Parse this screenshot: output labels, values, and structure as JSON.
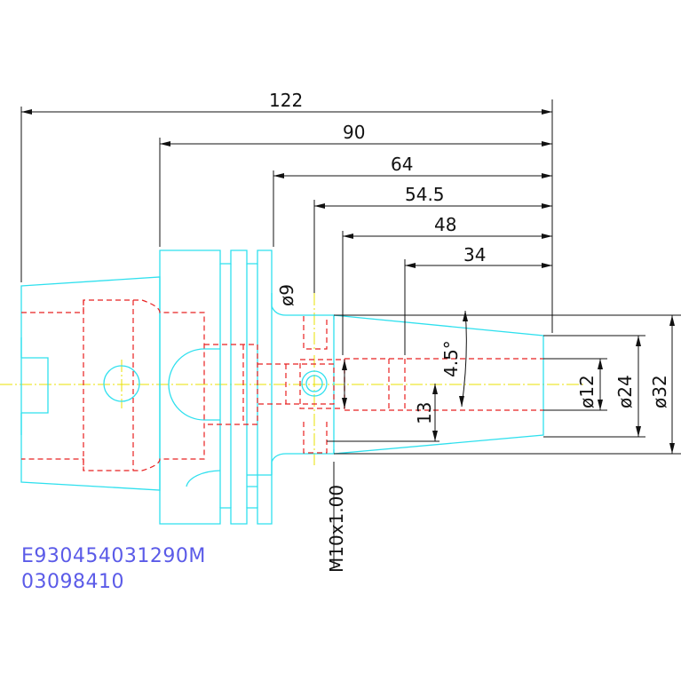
{
  "dimensions": {
    "d122": "122",
    "d90": "90",
    "d64": "64",
    "d54_5": "54.5",
    "d48": "48",
    "d34": "34",
    "dia9": "ø9",
    "angle": "4.5°",
    "d13": "13",
    "dia12": "ø12",
    "dia24": "ø24",
    "dia32": "ø32",
    "thread": "M10x1.00"
  },
  "part_numbers": {
    "code": "E930454031290M",
    "sub": "03098410"
  },
  "colors": {
    "outline": "#2fe0ee",
    "hidden": "#e82020",
    "centerline": "#e8e000",
    "dimension": "#111111",
    "text_blue": "#5b5be8"
  }
}
